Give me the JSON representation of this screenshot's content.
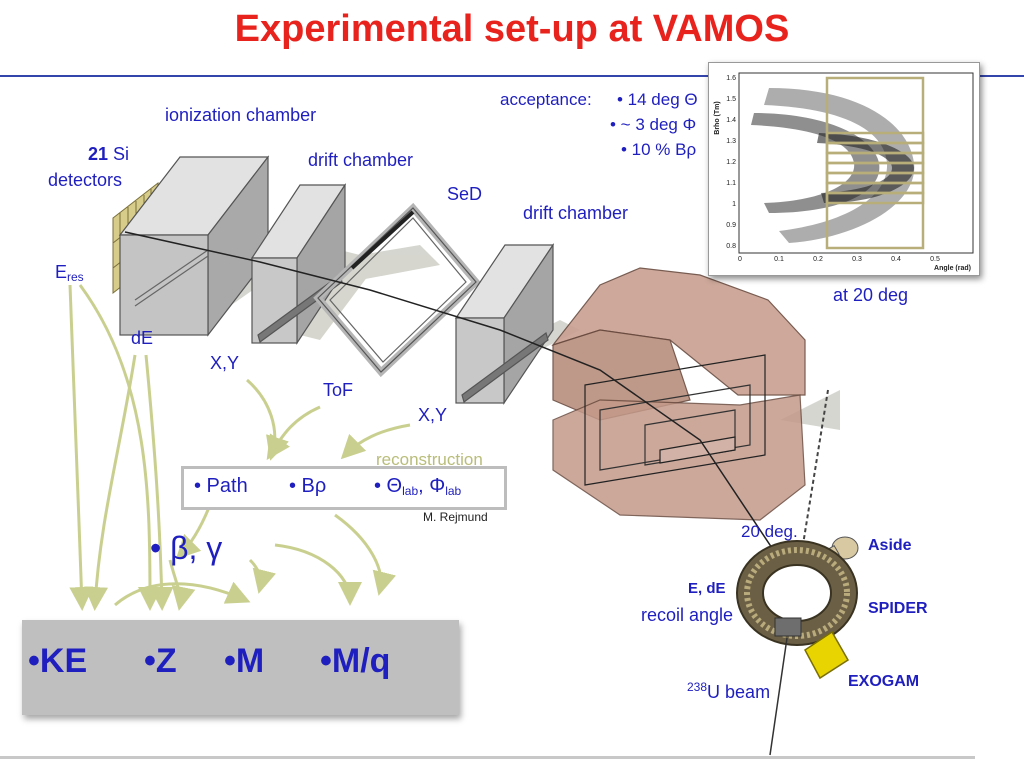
{
  "title": "Experimental set-up at VAMOS",
  "labels": {
    "ionization_chamber": "ionization chamber",
    "si_count": "21",
    "si_text": " Si",
    "detectors": "detectors",
    "drift_chamber_1": "drift chamber",
    "sed": "SeD",
    "drift_chamber_2": "drift chamber",
    "e_res_main": "E",
    "e_res_sub": "res",
    "de": "dE",
    "xy_1": "X,Y",
    "tof": "ToF",
    "xy_2": "X,Y",
    "reconstruction": "reconstruction",
    "credit": "M. Rejmund",
    "beta_gamma": "• β, γ",
    "at_20_deg": "at 20 deg",
    "twenty_deg": "20 deg.",
    "e_de": "E, dE",
    "recoil_angle": "recoil angle",
    "beam_sup": "238",
    "beam_text": "U beam",
    "aside": "Aside",
    "spider": "SPIDER",
    "exogam": "EXOGAM"
  },
  "acceptance": {
    "label": "acceptance:",
    "theta": "• 14 deg Θ",
    "phi": "• ~ 3 deg Φ",
    "brho": "• 10 % Bρ"
  },
  "reconstruction_items": {
    "path": "• Path",
    "brho": "• Bρ",
    "theta_prefix": "• Θ",
    "theta_sub": "lab",
    "sep": ", Φ",
    "phi_sub": "lab"
  },
  "results": [
    "•KE",
    "•Z",
    "•M",
    "•M/q"
  ],
  "inset_plot": {
    "ylabel": "Brho (Tm)",
    "xlabel": "Angle (rad)",
    "y_ticks": [
      "1.6",
      "1.5",
      "1.4",
      "1.3",
      "1.2",
      "1.1",
      "1",
      "0.9",
      "0.8"
    ],
    "x_ticks": [
      "0",
      "0.1",
      "0.2",
      "0.3",
      "0.4",
      "0.5"
    ]
  },
  "colors": {
    "title": "#e8231e",
    "text": "#1f1fbf",
    "detector": "#c7c7c7",
    "magnet": "#c99f8f",
    "acceptance_box": "#b8ae7a",
    "exogam": "#e8d400"
  }
}
